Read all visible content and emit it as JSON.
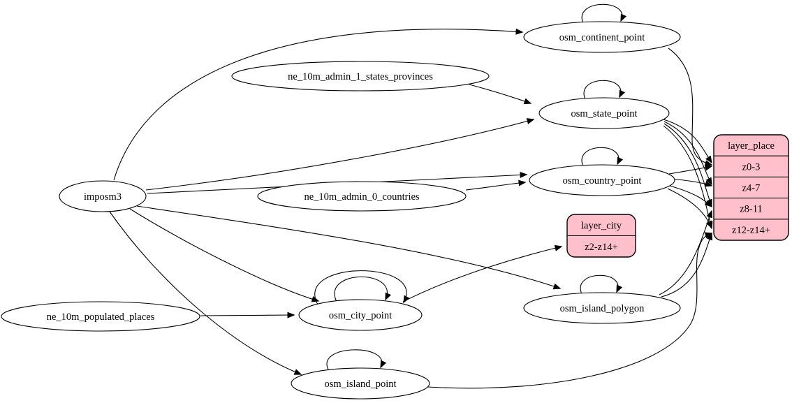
{
  "diagram": {
    "title": "etl-place-layer-graph",
    "background_color": "#ffffff",
    "node_fill_color": "#ffffff",
    "record_fill_color": "#ffc0cb",
    "stroke_color": "#000000",
    "nodes": [
      {
        "id": "imposm3",
        "label": "imposm3"
      },
      {
        "id": "ne_10m_admin_1_states_provinces",
        "label": "ne_10m_admin_1_states_provinces"
      },
      {
        "id": "ne_10m_admin_0_countries",
        "label": "ne_10m_admin_0_countries"
      },
      {
        "id": "ne_10m_populated_places",
        "label": "ne_10m_populated_places"
      },
      {
        "id": "osm_continent_point",
        "label": "osm_continent_point"
      },
      {
        "id": "osm_state_point",
        "label": "osm_state_point"
      },
      {
        "id": "osm_country_point",
        "label": "osm_country_point"
      },
      {
        "id": "osm_city_point",
        "label": "osm_city_point"
      },
      {
        "id": "osm_island_polygon",
        "label": "osm_island_polygon"
      },
      {
        "id": "osm_island_point",
        "label": "osm_island_point"
      }
    ],
    "records": [
      {
        "id": "layer_place",
        "title": "layer_place",
        "rows": [
          "z0-3",
          "z4-7",
          "z8-11",
          "z12-z14+"
        ]
      },
      {
        "id": "layer_city",
        "title": "layer_city",
        "rows": [
          "z2-z14+"
        ]
      }
    ],
    "edges": [
      {
        "from": "imposm3",
        "to": "osm_continent_point"
      },
      {
        "from": "imposm3",
        "to": "osm_state_point"
      },
      {
        "from": "imposm3",
        "to": "osm_country_point"
      },
      {
        "from": "imposm3",
        "to": "osm_city_point"
      },
      {
        "from": "imposm3",
        "to": "osm_island_polygon"
      },
      {
        "from": "imposm3",
        "to": "osm_island_point"
      },
      {
        "from": "ne_10m_admin_1_states_provinces",
        "to": "osm_state_point"
      },
      {
        "from": "ne_10m_admin_0_countries",
        "to": "osm_country_point"
      },
      {
        "from": "ne_10m_populated_places",
        "to": "osm_city_point"
      },
      {
        "from": "osm_continent_point",
        "to": "osm_continent_point"
      },
      {
        "from": "osm_state_point",
        "to": "osm_state_point"
      },
      {
        "from": "osm_country_point",
        "to": "osm_country_point"
      },
      {
        "from": "osm_city_point",
        "to": "osm_city_point"
      },
      {
        "from": "osm_city_point",
        "to": "osm_city_point"
      },
      {
        "from": "osm_island_polygon",
        "to": "osm_island_polygon"
      },
      {
        "from": "osm_island_point",
        "to": "osm_island_point"
      },
      {
        "from": "osm_continent_point",
        "to": "layer_place.z0-3"
      },
      {
        "from": "osm_state_point",
        "to": "layer_place.z0-3"
      },
      {
        "from": "osm_state_point",
        "to": "layer_place.z4-7"
      },
      {
        "from": "osm_state_point",
        "to": "layer_place.z8-11"
      },
      {
        "from": "osm_state_point",
        "to": "layer_place.z12-z14+"
      },
      {
        "from": "osm_country_point",
        "to": "layer_place.z0-3"
      },
      {
        "from": "osm_country_point",
        "to": "layer_place.z4-7"
      },
      {
        "from": "osm_country_point",
        "to": "layer_place.z8-11"
      },
      {
        "from": "osm_country_point",
        "to": "layer_place.z12-z14+"
      },
      {
        "from": "osm_island_polygon",
        "to": "layer_place.z8-11"
      },
      {
        "from": "osm_island_polygon",
        "to": "layer_place.z12-z14+"
      },
      {
        "from": "osm_island_point",
        "to": "layer_place.z12-z14+"
      },
      {
        "from": "osm_city_point",
        "to": "layer_city.z2-z14+"
      }
    ]
  }
}
